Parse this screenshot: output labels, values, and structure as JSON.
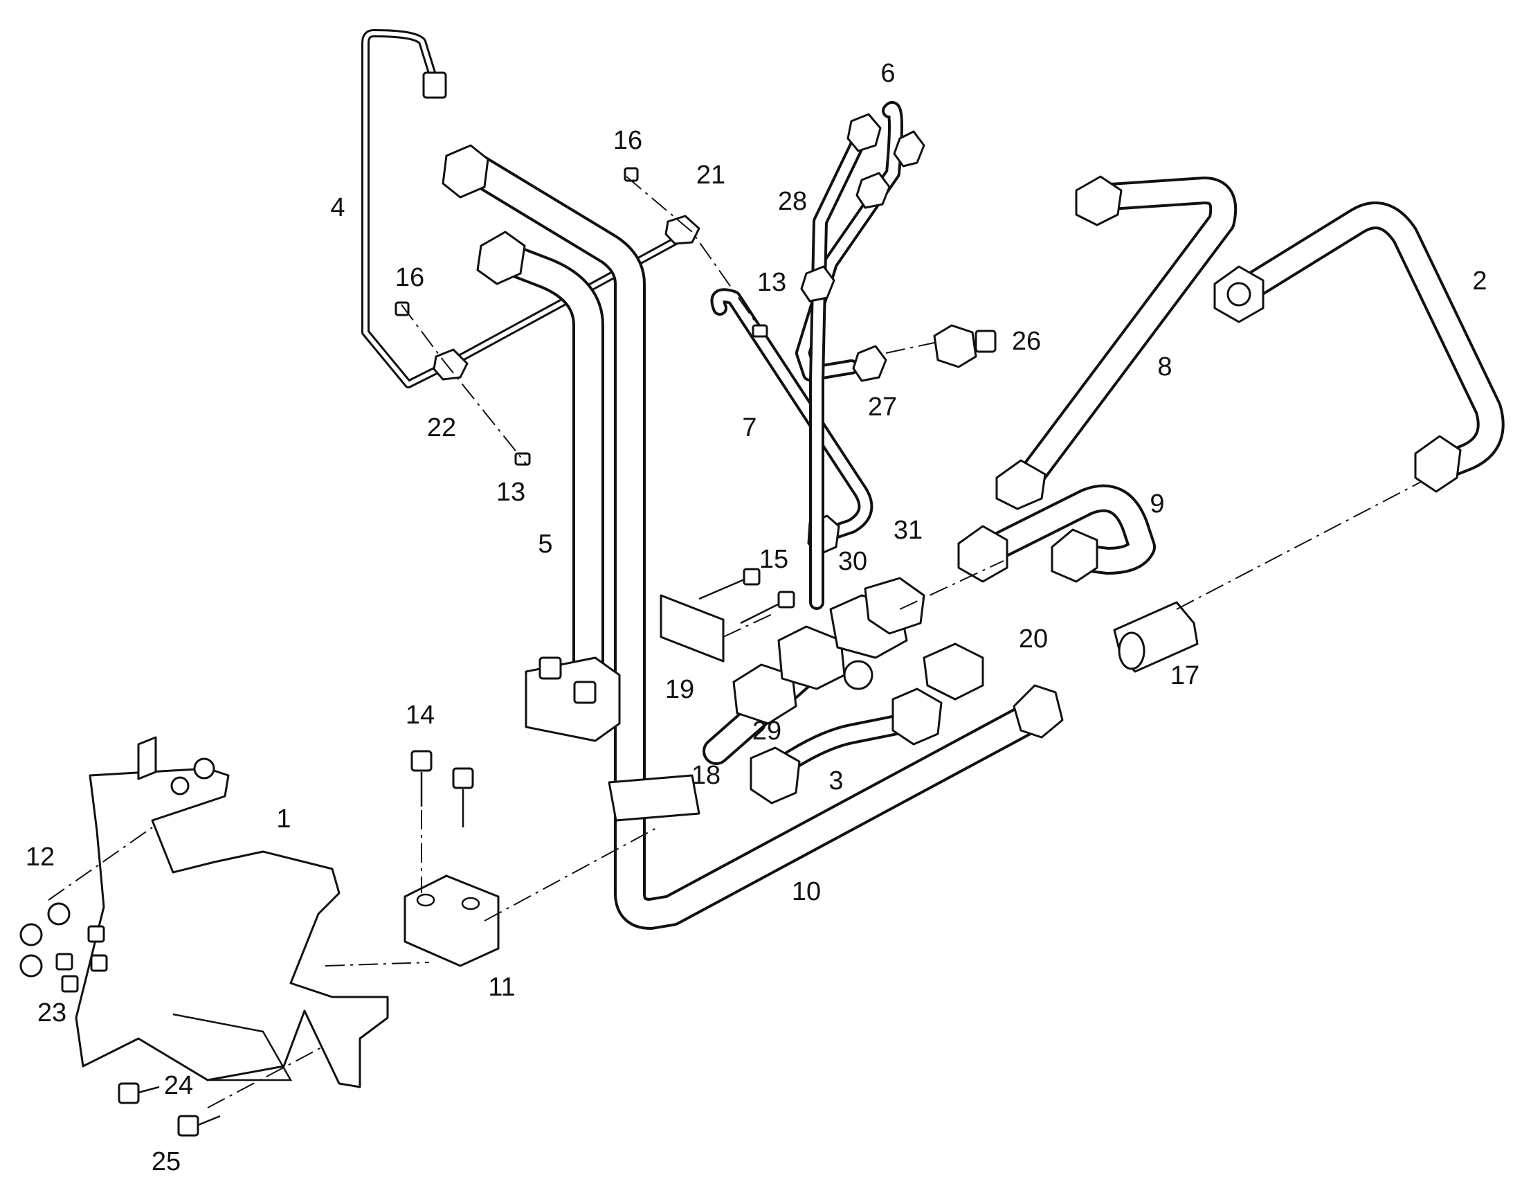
{
  "callouts": [
    {
      "id": "1",
      "text": "1"
    },
    {
      "id": "2",
      "text": "2"
    },
    {
      "id": "3",
      "text": "3"
    },
    {
      "id": "4",
      "text": "4"
    },
    {
      "id": "5",
      "text": "5"
    },
    {
      "id": "6",
      "text": "6"
    },
    {
      "id": "7",
      "text": "7"
    },
    {
      "id": "8",
      "text": "8"
    },
    {
      "id": "9",
      "text": "9"
    },
    {
      "id": "10",
      "text": "10"
    },
    {
      "id": "11",
      "text": "11"
    },
    {
      "id": "12",
      "text": "12"
    },
    {
      "id": "13a",
      "text": "13"
    },
    {
      "id": "13b",
      "text": "13"
    },
    {
      "id": "14",
      "text": "14"
    },
    {
      "id": "15",
      "text": "15"
    },
    {
      "id": "16a",
      "text": "16"
    },
    {
      "id": "16b",
      "text": "16"
    },
    {
      "id": "17",
      "text": "17"
    },
    {
      "id": "18",
      "text": "18"
    },
    {
      "id": "19",
      "text": "19"
    },
    {
      "id": "20",
      "text": "20"
    },
    {
      "id": "21",
      "text": "21"
    },
    {
      "id": "22",
      "text": "22"
    },
    {
      "id": "23",
      "text": "23"
    },
    {
      "id": "24",
      "text": "24"
    },
    {
      "id": "25",
      "text": "25"
    },
    {
      "id": "26",
      "text": "26"
    },
    {
      "id": "27",
      "text": "27"
    },
    {
      "id": "28",
      "text": "28"
    },
    {
      "id": "29",
      "text": "29"
    },
    {
      "id": "30",
      "text": "30"
    },
    {
      "id": "31",
      "text": "31"
    }
  ]
}
